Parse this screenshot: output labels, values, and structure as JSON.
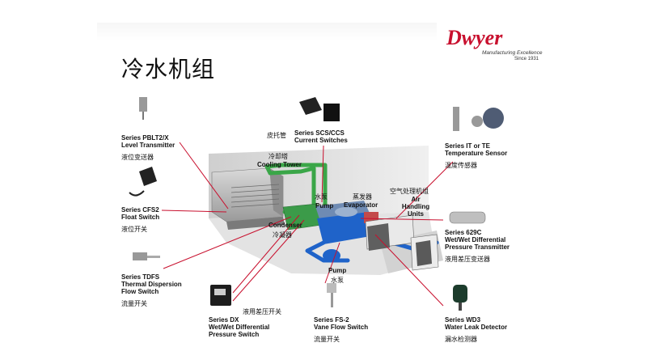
{
  "title": "冷水机组",
  "logo": {
    "name": "Dwyer",
    "tagline": "Manufacturing Excellence",
    "since": "Since 1931"
  },
  "diagram_labels": {
    "cooling_tower_zh": "冷却塔",
    "cooling_tower_en": "Cooling Tower",
    "pump_top_zh": "水泵",
    "pump_top_en": "Pump",
    "evaporator_zh": "蒸发器",
    "evaporator_en": "Evaporator",
    "ahu_zh": "空气处理机组",
    "ahu_en_1": "Air",
    "ahu_en_2": "Handling",
    "ahu_en_3": "Units",
    "condenser_en": "Condenser",
    "condenser_zh": "冷凝器",
    "pump_bottom_en": "Pump",
    "pump_bottom_zh": "水泵"
  },
  "products": {
    "pbl": {
      "line1": "Series PBLT2/X",
      "line2": "Level Transmitter",
      "zh": "液位变送器"
    },
    "cfs": {
      "line1": "Series CFS2",
      "line2": "Float Switch",
      "zh": "液位开关"
    },
    "tdfs": {
      "line1": "Series TDFS",
      "line2": "Thermal Dispersion",
      "line3": "Flow Switch",
      "zh": "流量开关"
    },
    "dx": {
      "zh": "液用差压开关",
      "line1": "Series DX",
      "line2": "Wet/Wet Differential",
      "line3": "Pressure Switch"
    },
    "scs": {
      "zh": "皮托管",
      "line1": "Series SCS/CCS",
      "line2": "Current Switches"
    },
    "fs2": {
      "line1": "Series FS-2",
      "line2": "Vane Flow Switch",
      "zh": "流量开关"
    },
    "ite": {
      "line1": "Series IT or TE",
      "line2": "Temperature Sensor",
      "zh": "温度传感器"
    },
    "s629c": {
      "line1": "Series 629C",
      "line2": "Wet/Wet Differential",
      "line3": "Pressure Transmitter",
      "zh": "液用差压变送器"
    },
    "wd3": {
      "line1": "Series WD3",
      "line2": "Water Leak Detector",
      "zh": "漏水检测器"
    }
  },
  "colors": {
    "leader": "#c8102e",
    "pipe_green": "#3aa648",
    "pipe_blue": "#1f63c9",
    "brand": "#c8102e"
  }
}
